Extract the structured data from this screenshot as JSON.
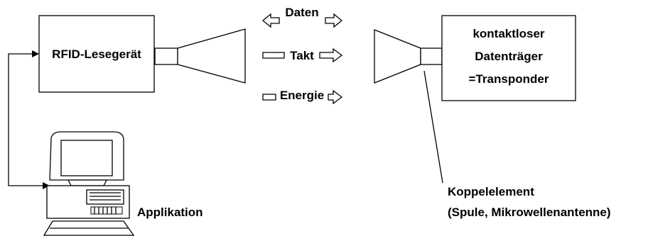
{
  "reader": {
    "label": "RFID-Lesegerät"
  },
  "transponder": {
    "lines": [
      "kontaktloser",
      "Datenträger",
      "=Transponder"
    ]
  },
  "channels": [
    {
      "id": "data",
      "label": "Daten"
    },
    {
      "id": "clock",
      "label": "Takt"
    },
    {
      "id": "energy",
      "label": "Energie"
    }
  ],
  "computer": {
    "label": "Applikation"
  },
  "coupling": {
    "lines": [
      "Koppelelement",
      "(Spule, Mikrowellenantenne)"
    ]
  }
}
